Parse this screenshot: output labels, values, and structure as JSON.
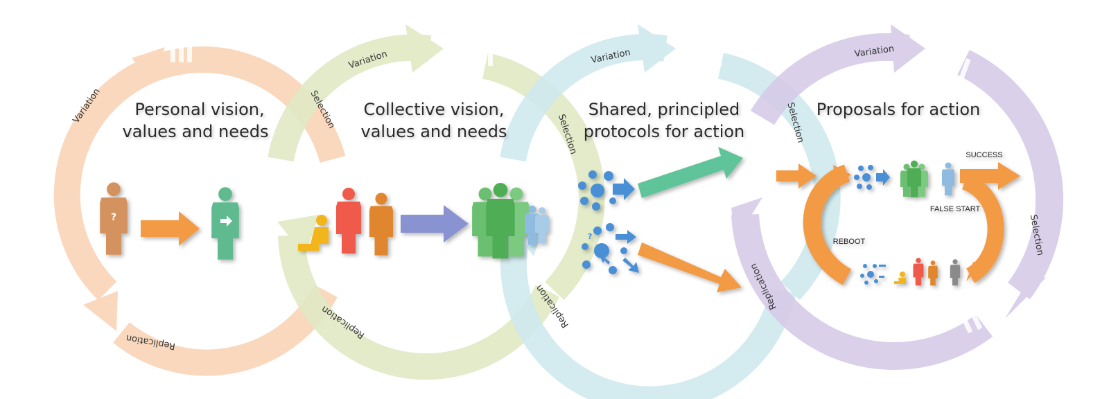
{
  "headings": {
    "personal": [
      "Personal vision,",
      "values and needs"
    ],
    "collective": [
      "Collective vision,",
      "values and needs"
    ],
    "shared": [
      "Shared, principled",
      "protocols for action"
    ],
    "proposals": [
      "Proposals for action"
    ]
  },
  "cycle_labels": {
    "variation": "Variation",
    "selection": "Selection",
    "replication": "Replication"
  },
  "outcomes": {
    "success": "SUCCESS",
    "false_start": "FALSE START",
    "reboot": "REBOOT"
  },
  "glyphs": {
    "unknown": "?"
  },
  "colors": {
    "ring_personal": "#f9d4b6",
    "ring_collective": "#e0e9c4",
    "ring_shared": "#cfe9ee",
    "ring_proposals": "#d6cbe8",
    "arrow_orange": "#f39a45",
    "arrow_blue_violet": "#8a93d2",
    "arrow_teal": "#5fc49a",
    "dots_blue": "#4a8fd6",
    "person_tan": "#d4925f",
    "person_mint": "#5fba8f",
    "person_red": "#ef5a4c",
    "person_orange": "#e0862e",
    "person_yellow": "#f2b61e",
    "person_green": "#4fae55",
    "person_lightblue": "#8fbbe0",
    "person_grey": "#8a8a8a"
  }
}
